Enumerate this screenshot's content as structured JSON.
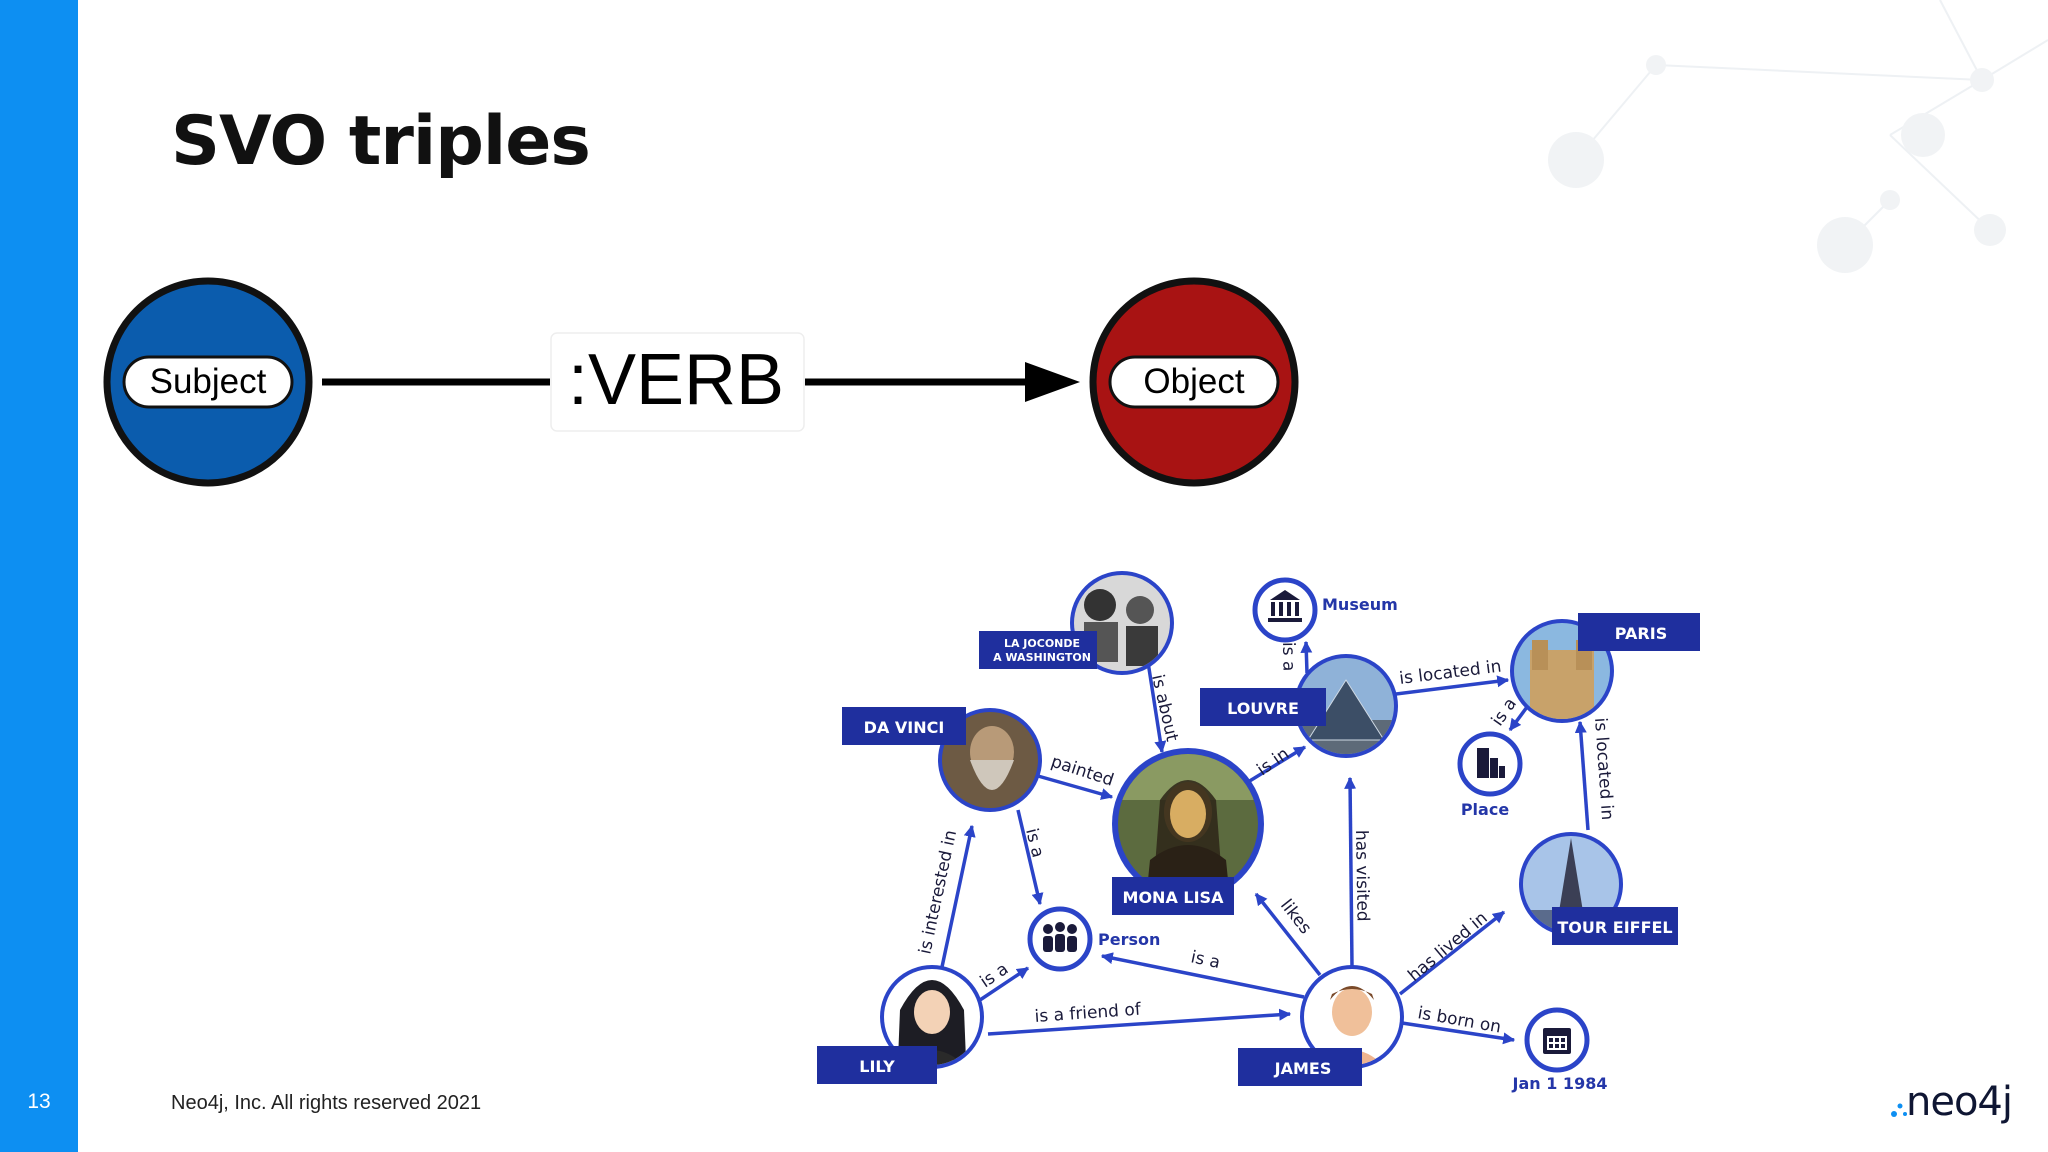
{
  "slide": {
    "number": "13",
    "title": "SVO triples",
    "footer": "Neo4j, Inc. All rights reserved 2021",
    "logo_text": "neo4j",
    "accent_color": "#0d8ff2"
  },
  "svo": {
    "subject": "Subject",
    "verb": ":VERB",
    "object": "Object",
    "subject_color": "#0b5cad",
    "object_color": "#a81313"
  },
  "graph": {
    "nodes": {
      "la_joconde_line1": "LA JOCONDE",
      "la_joconde_line2": "A WASHINGTON",
      "museum": "Museum",
      "paris": "PARIS",
      "louvre": "LOUVRE",
      "da_vinci": "DA VINCI",
      "place": "Place",
      "mona_lisa": "MONA LISA",
      "person": "Person",
      "tour_eiffel": "TOUR EIFFEL",
      "lily": "LILY",
      "james": "JAMES",
      "date": "Jan 1 1984"
    },
    "edges": {
      "is_about": "is about",
      "painted": "painted",
      "is_in": "is in",
      "is_a_museum": "is a",
      "is_located_in_paris": "is located in",
      "is_a_place": "is a",
      "is_located_in_eiffel": "is located in",
      "is_a_davinci": "is a",
      "is_interested_in": "is interested in",
      "is_a_lily": "is a",
      "is_a_friend_of": "is a friend of",
      "is_a_james": "is a",
      "likes": "likes",
      "has_visited": "has visited",
      "has_lived_in": "has lived in",
      "is_born_on": "is born on"
    },
    "node_color": "#2b44c8",
    "label_bg": "#1f2f9e"
  }
}
